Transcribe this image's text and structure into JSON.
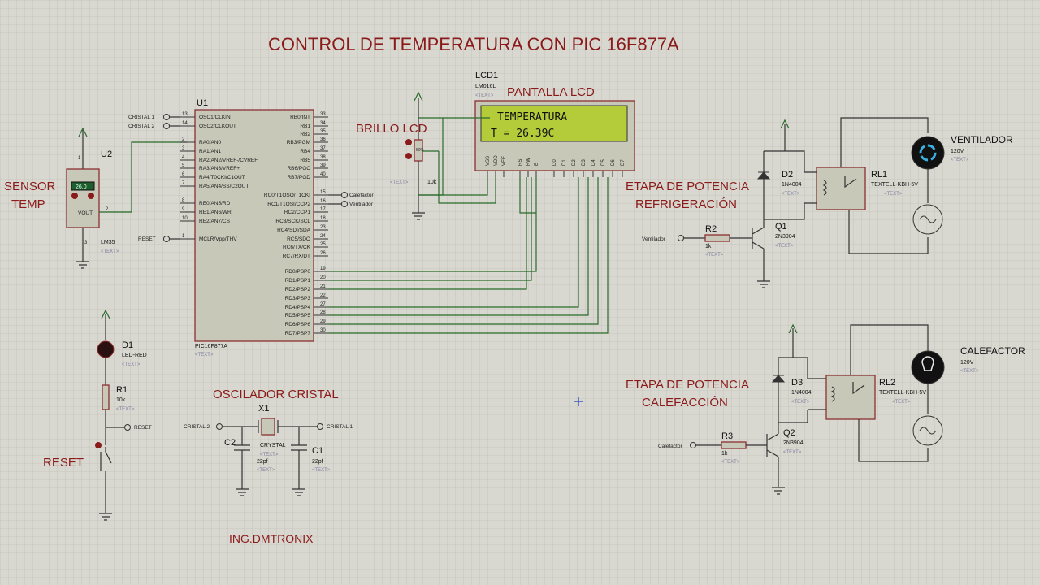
{
  "title": "CONTROL DE TEMPERATURA CON PIC 16F877A",
  "author": "ING.DMTRONIX",
  "text_placeholder": "<TEXT>",
  "sections": {
    "sensor": "SENSOR",
    "sensor2": "TEMP",
    "brillo": "BRILLO LCD",
    "pantalla": "PANTALLA LCD",
    "oscilador": "OSCILADOR CRISTAL",
    "reset": "RESET",
    "refri1": "ETAPA DE POTENCIA",
    "refri2": "REFRIGERACIÓN",
    "calef1": "ETAPA DE POTENCIA",
    "calef2": "CALEFACCIÓN",
    "ventilador": "VENTILADOR",
    "calefactor": "CALEFACTOR"
  },
  "lcd": {
    "ref": "LCD1",
    "model": "LM016L",
    "line1": "TEMPERATURA",
    "line2": "T = 26.39C",
    "pins": [
      "VSS",
      "VDD",
      "VEE",
      "RS",
      "RW",
      "E",
      "D0",
      "D1",
      "D2",
      "D3",
      "D4",
      "D5",
      "D6",
      "D7"
    ]
  },
  "mcu": {
    "ref": "U1",
    "model": "PIC16F877A",
    "left_pins": [
      {
        "n": "13",
        "l": "OSC1/CLKIN"
      },
      {
        "n": "14",
        "l": "OSC2/CLKOUT"
      },
      {
        "n": "2",
        "l": "RA0/AN0"
      },
      {
        "n": "3",
        "l": "RA1/AN1"
      },
      {
        "n": "4",
        "l": "RA2/AN2/VREF-/CVREF"
      },
      {
        "n": "5",
        "l": "RA3/AN3/VREF+"
      },
      {
        "n": "6",
        "l": "RA4/T0CKI/C1OUT"
      },
      {
        "n": "7",
        "l": "RA5/AN4/SS/C2OUT"
      },
      {
        "n": "8",
        "l": "RE0/AN5/RD"
      },
      {
        "n": "9",
        "l": "RE1/AN6/WR"
      },
      {
        "n": "10",
        "l": "RE2/AN7/CS"
      },
      {
        "n": "1",
        "l": "MCLR/Vpp/THV"
      }
    ],
    "right_pins": [
      {
        "n": "33",
        "l": "RB0/INT"
      },
      {
        "n": "34",
        "l": "RB1"
      },
      {
        "n": "35",
        "l": "RB2"
      },
      {
        "n": "36",
        "l": "RB3/PGM"
      },
      {
        "n": "37",
        "l": "RB4"
      },
      {
        "n": "38",
        "l": "RB5"
      },
      {
        "n": "39",
        "l": "RB6/PGC"
      },
      {
        "n": "40",
        "l": "RB7/PGD"
      },
      {
        "n": "15",
        "l": "RC0/T1OSO/T1CKI"
      },
      {
        "n": "16",
        "l": "RC1/T1OSI/CCP2"
      },
      {
        "n": "17",
        "l": "RC2/CCP1"
      },
      {
        "n": "18",
        "l": "RC3/SCK/SCL"
      },
      {
        "n": "23",
        "l": "RC4/SDI/SDA"
      },
      {
        "n": "24",
        "l": "RC5/SDO"
      },
      {
        "n": "25",
        "l": "RC6/TX/CK"
      },
      {
        "n": "26",
        "l": "RC7/RX/DT"
      },
      {
        "n": "19",
        "l": "RD0/PSP0"
      },
      {
        "n": "20",
        "l": "RD1/PSP1"
      },
      {
        "n": "21",
        "l": "RD2/PSP2"
      },
      {
        "n": "22",
        "l": "RD3/PSP3"
      },
      {
        "n": "27",
        "l": "RD4/PSP4"
      },
      {
        "n": "28",
        "l": "RD5/PSP5"
      },
      {
        "n": "29",
        "l": "RD6/PSP6"
      },
      {
        "n": "30",
        "l": "RD7/PSP7"
      }
    ]
  },
  "terminals": {
    "cristal1": "CRISTAL 1",
    "cristal2": "CRISTAL 2",
    "reset": "RESET",
    "calefactor": "Calefactor",
    "ventilador": "Ventilador"
  },
  "sensor": {
    "ref": "U2",
    "model": "LM35",
    "reading": "26.0",
    "vout": "VOUT",
    "pin1": "1",
    "pin2": "2",
    "pin3": "3"
  },
  "pot": {
    "value": "10k",
    "label": "50%"
  },
  "crystal": {
    "ref": "X1",
    "model": "CRYSTAL"
  },
  "c1": {
    "ref": "C1",
    "value": "22pf"
  },
  "c2": {
    "ref": "C2",
    "value": "22pf"
  },
  "d1": {
    "ref": "D1",
    "model": "LED-RED"
  },
  "r1": {
    "ref": "R1",
    "value": "10k"
  },
  "r2": {
    "ref": "R2",
    "value": "1k"
  },
  "r3": {
    "ref": "R3",
    "value": "1k"
  },
  "q1": {
    "ref": "Q1",
    "model": "2N3904"
  },
  "q2": {
    "ref": "Q2",
    "model": "2N3904"
  },
  "d2": {
    "ref": "D2",
    "model": "1N4004"
  },
  "d3": {
    "ref": "D3",
    "model": "1N4004"
  },
  "rl1": {
    "ref": "RL1",
    "model": "TEXTELL-KBH-5V"
  },
  "rl2": {
    "ref": "RL2",
    "model": "TEXTELL-KBH-5V"
  },
  "motor": {
    "volt": "120V"
  },
  "heater": {
    "volt": "120V"
  },
  "colors": {
    "accent": "#8b1a1a",
    "wire": "#2a6a2a",
    "lcd_bg": "#b5cc3a",
    "sheet": "#d8d8d0"
  }
}
